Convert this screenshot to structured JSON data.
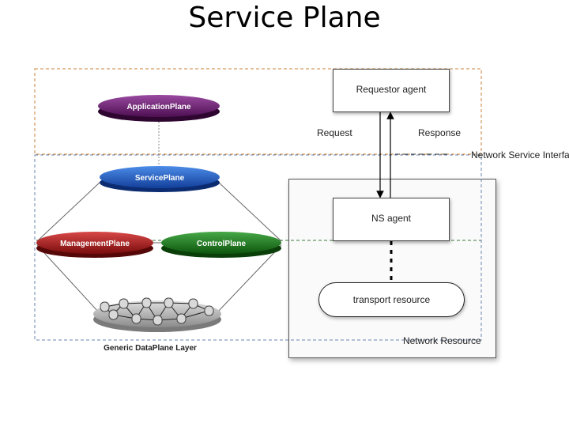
{
  "title": "Service Plane",
  "colors": {
    "application_plane": "#6a1a6e",
    "service_plane": "#1f5fc8",
    "management_plane": "#b01818",
    "control_plane": "#1d7a1d",
    "dataplane": "#bdbdbd",
    "orange_dash": "#c8803a",
    "green_dash": "#3a7a3a",
    "blue_dash": "#6a86b0"
  },
  "diagram": {
    "planes": {
      "application": "ApplicationPlane",
      "service": "ServicePlane",
      "management": "ManagementPlane",
      "control": "ControlPlane",
      "dataplane": "Generic DataPlane Layer"
    },
    "requestor_agent": "Requestor  agent",
    "ns_agent": "NS agent",
    "transport_resource": "transport resource",
    "network_resource": "Network Resource",
    "request_label": "Request",
    "response_label": "Response",
    "interface_label": "Network Service Interface"
  }
}
